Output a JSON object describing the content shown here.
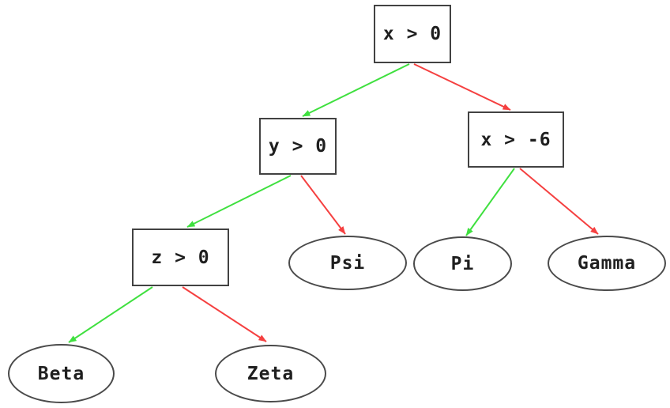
{
  "diagram": {
    "type": "decision-tree",
    "nodes": {
      "root": {
        "label": "x > 0",
        "shape": "box"
      },
      "y_node": {
        "label": "y > 0",
        "shape": "box"
      },
      "x_neg6": {
        "label": "x > -6",
        "shape": "box"
      },
      "z_node": {
        "label": "z > 0",
        "shape": "box"
      },
      "psi": {
        "label": "Psi",
        "shape": "ellipse"
      },
      "pi": {
        "label": "Pi",
        "shape": "ellipse"
      },
      "gamma": {
        "label": "Gamma",
        "shape": "ellipse"
      },
      "beta": {
        "label": "Beta",
        "shape": "ellipse"
      },
      "zeta": {
        "label": "Zeta",
        "shape": "ellipse"
      }
    },
    "edges": [
      {
        "from": "x > 0",
        "to": "y > 0",
        "branch": "true",
        "color": "green"
      },
      {
        "from": "x > 0",
        "to": "x > -6",
        "branch": "false",
        "color": "red"
      },
      {
        "from": "y > 0",
        "to": "z > 0",
        "branch": "true",
        "color": "green"
      },
      {
        "from": "y > 0",
        "to": "Psi",
        "branch": "false",
        "color": "red"
      },
      {
        "from": "x > -6",
        "to": "Pi",
        "branch": "true",
        "color": "green"
      },
      {
        "from": "x > -6",
        "to": "Gamma",
        "branch": "false",
        "color": "red"
      },
      {
        "from": "z > 0",
        "to": "Beta",
        "branch": "true",
        "color": "green"
      },
      {
        "from": "z > 0",
        "to": "Zeta",
        "branch": "false",
        "color": "red"
      }
    ],
    "colors": {
      "true_branch": "#3fe03f",
      "false_branch": "#f54040",
      "node_border": "#424242",
      "text": "#1f1f1f",
      "background": "#ffffff"
    }
  }
}
